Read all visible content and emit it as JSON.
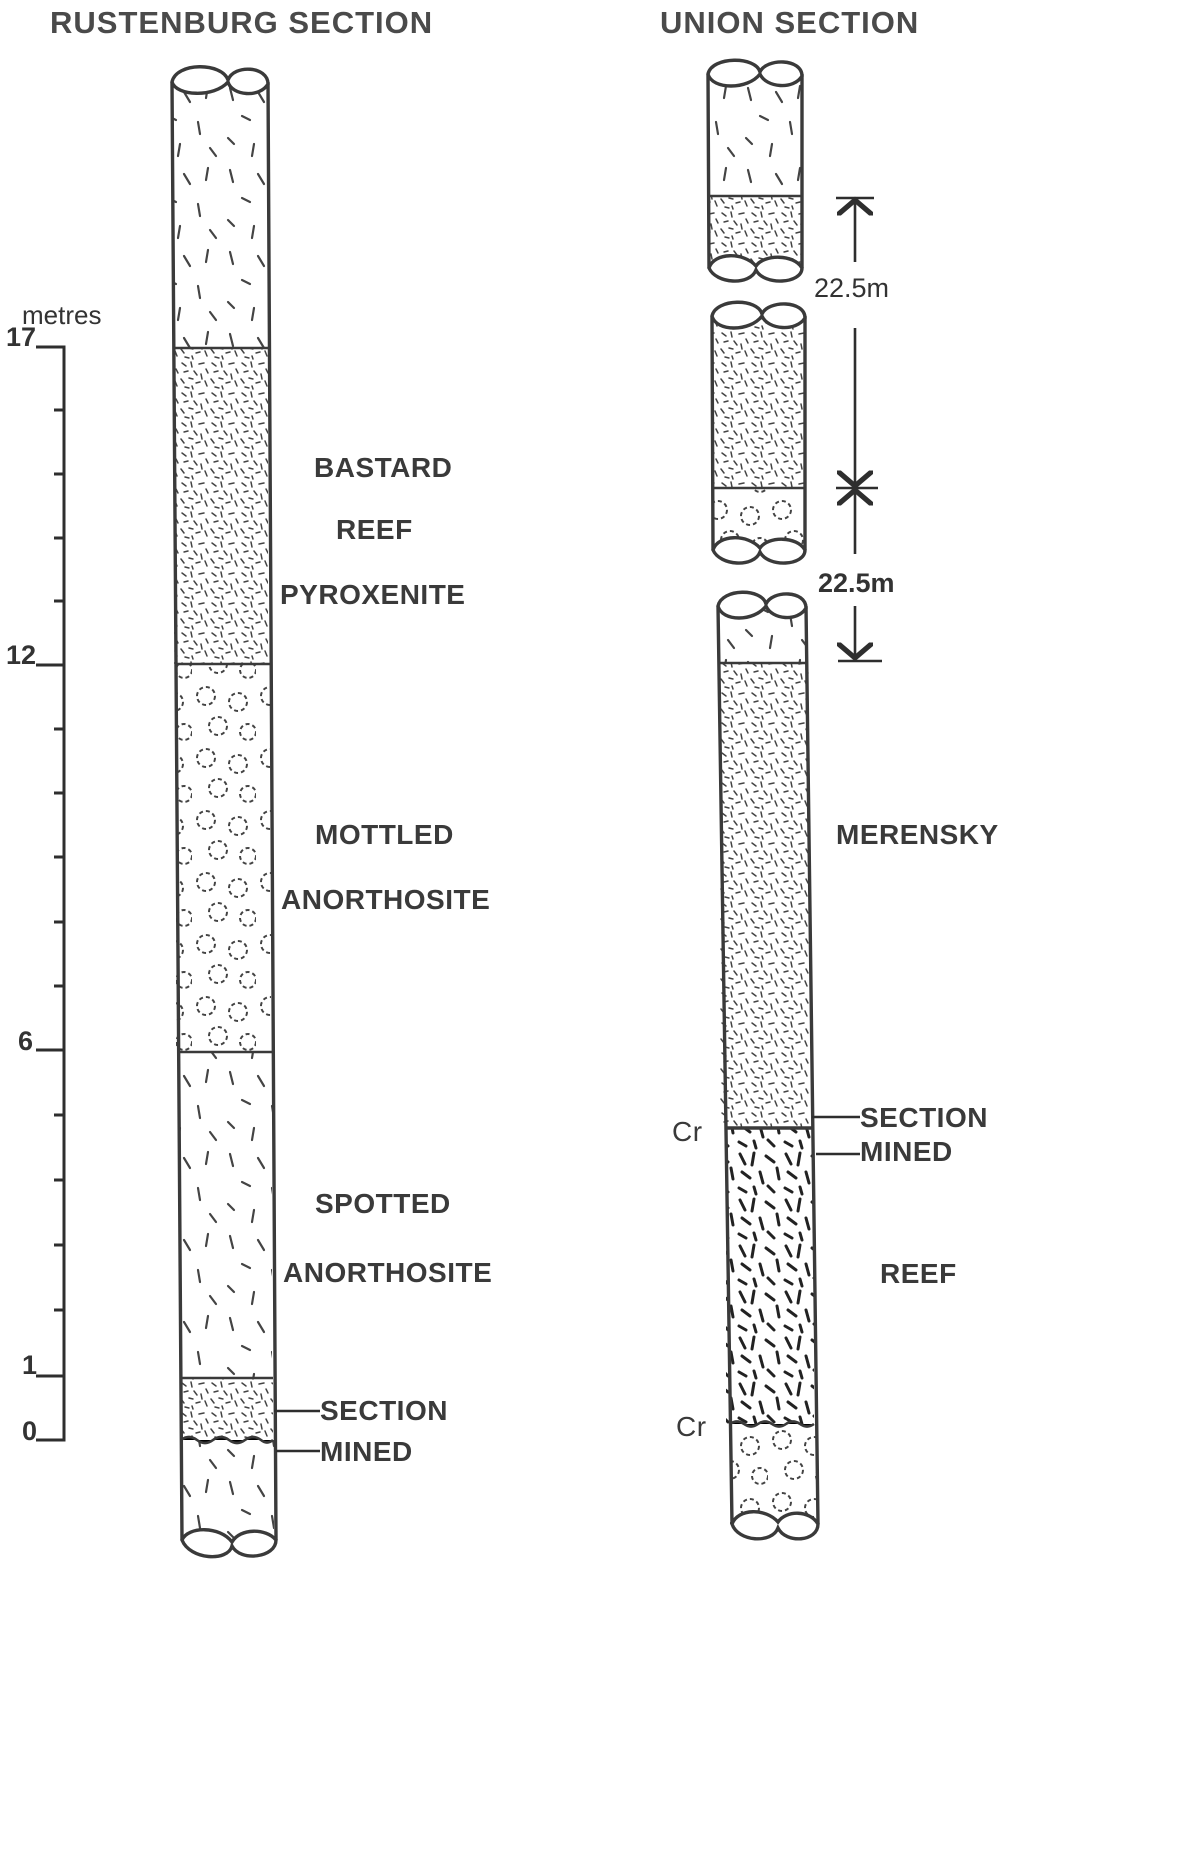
{
  "headings": {
    "left": "RUSTENBURG SECTION",
    "right": "UNION SECTION"
  },
  "scale": {
    "unit": "metres",
    "tick_labels": [
      "17",
      "12",
      "6",
      "1",
      "0"
    ]
  },
  "rustenburg": {
    "labels": {
      "bastard": "BASTARD",
      "reef": "REEF",
      "pyroxenite": "PYROXENITE",
      "mottled": "MOTTLED",
      "anorthosite_1": "ANORTHOSITE",
      "spotted": "SPOTTED",
      "anorthosite_2": "ANORTHOSITE",
      "section": "SECTION",
      "mined": "MINED"
    }
  },
  "union": {
    "gap_top": "22.5m",
    "gap_bottom": "22.5m",
    "labels": {
      "merensky": "MERENSKY",
      "section": "SECTION",
      "mined": "MINED",
      "reef": "REEF",
      "cr_top": "Cr",
      "cr_bottom": "Cr"
    }
  }
}
